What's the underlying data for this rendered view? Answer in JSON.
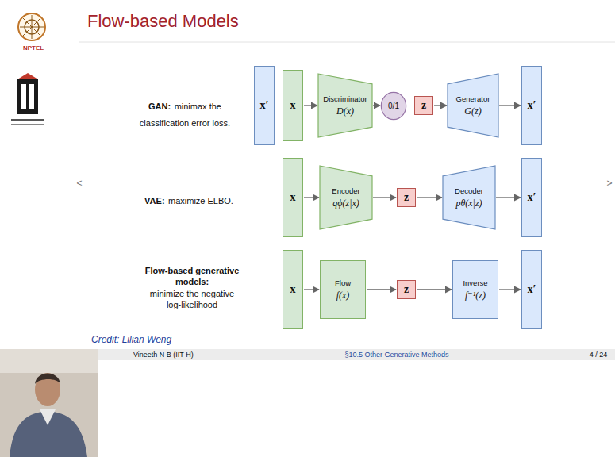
{
  "diagram": {
    "title": "Flow-based Models",
    "caption": "Credit: Lilian Weng",
    "nodes": [
      {
        "text": [
          "x′"
        ]
      },
      {
        "text": [
          "x"
        ]
      },
      {
        "text": [
          "Discriminator",
          "D(x)"
        ]
      },
      {
        "text": [
          "0/1"
        ]
      },
      {
        "text": [
          "z"
        ]
      },
      {
        "text": [
          "Generator",
          "G(z)"
        ]
      },
      {
        "text": [
          "x′"
        ]
      },
      {
        "text": [
          "x"
        ]
      },
      {
        "text": [
          "Encoder",
          "qϕ(z|x)"
        ]
      },
      {
        "text": [
          "z"
        ]
      },
      {
        "text": [
          "Decoder",
          "pθ(x|z)"
        ]
      },
      {
        "text": [
          "x′"
        ]
      },
      {
        "text": [
          "x"
        ]
      },
      {
        "text": [
          "Flow",
          "f(x)"
        ]
      },
      {
        "text": [
          "z"
        ]
      },
      {
        "text": [
          "Inverse",
          "f⁻¹(z)"
        ]
      },
      {
        "text": [
          "x′"
        ]
      }
    ],
    "edges": [
      {
        "from": 1,
        "to": 2,
        "arrow": "to"
      },
      {
        "from": 2,
        "to": 3,
        "arrow": "to"
      },
      {
        "from": 4,
        "to": 5,
        "arrow": "to"
      },
      {
        "from": 5,
        "to": 6,
        "arrow": "to"
      },
      {
        "from": 7,
        "to": 8,
        "arrow": "to"
      },
      {
        "from": 8,
        "to": 9,
        "arrow": "to"
      },
      {
        "from": 9,
        "to": 10,
        "arrow": "to"
      },
      {
        "from": 10,
        "to": 11,
        "arrow": "to"
      },
      {
        "from": 12,
        "to": 13,
        "arrow": "to"
      },
      {
        "from": 13,
        "to": 14,
        "arrow": "to"
      },
      {
        "from": 14,
        "to": 15,
        "arrow": "to"
      },
      {
        "from": 15,
        "to": 16,
        "arrow": "to"
      }
    ],
    "labels": [
      "NPTEL",
      "GAN:",
      "minimax the classification error loss.",
      "VAE:",
      "maximize ELBO.",
      "Flow-based generative models:",
      "minimize the negative log-likelihood",
      "Vineeth N B (IIT-H)",
      "§10.5 Other Generative Methods",
      "4 / 24",
      "<",
      ">"
    ]
  }
}
